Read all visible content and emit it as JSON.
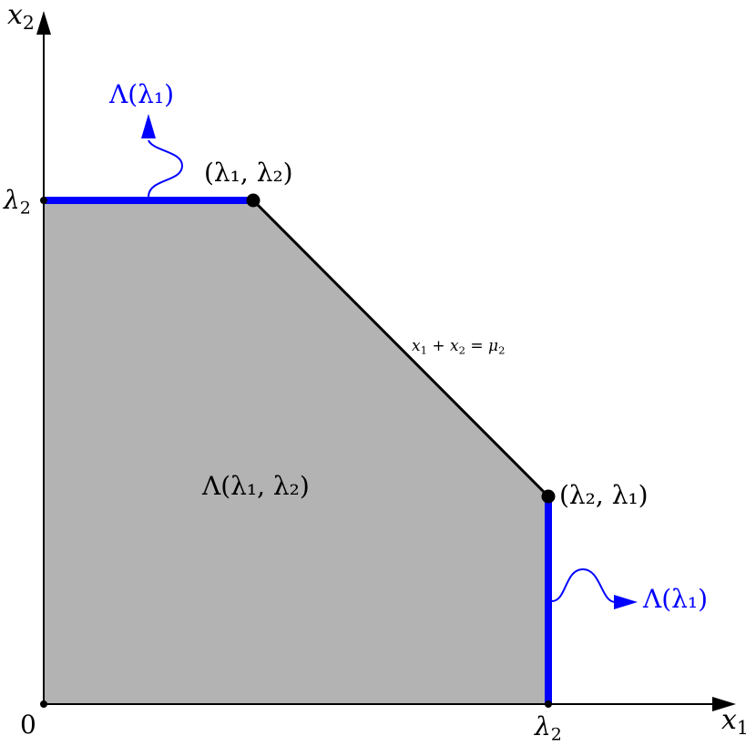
{
  "diagram": {
    "axes": {
      "x_label": "x",
      "x_sub": "1",
      "y_label": "x",
      "y_sub": "2",
      "origin_label": "0",
      "x_tick_label": "λ",
      "x_tick_sub": "2",
      "y_tick_label": "λ",
      "y_tick_sub": "2"
    },
    "region": {
      "label": "Λ(λ₁, λ₂)",
      "fill": "#b3b3b3"
    },
    "vertices": [
      {
        "label": "(λ₁, λ₂)"
      },
      {
        "label": "(λ₂, λ₁)"
      }
    ],
    "constraint_line": {
      "label_a": "x",
      "label_a_sub": "1",
      "label_b": " + ",
      "label_c": "x",
      "label_c_sub": "2",
      "label_d": " = ",
      "label_e": "μ",
      "label_e_sub": "2"
    },
    "faces": [
      {
        "label": "Λ(λ₁)",
        "position": "top edge"
      },
      {
        "label": "Λ(λ₁)",
        "position": "right edge"
      }
    ],
    "colors": {
      "face": "#0000ff",
      "axis": "#000000",
      "region": "#b3b3b3"
    }
  }
}
